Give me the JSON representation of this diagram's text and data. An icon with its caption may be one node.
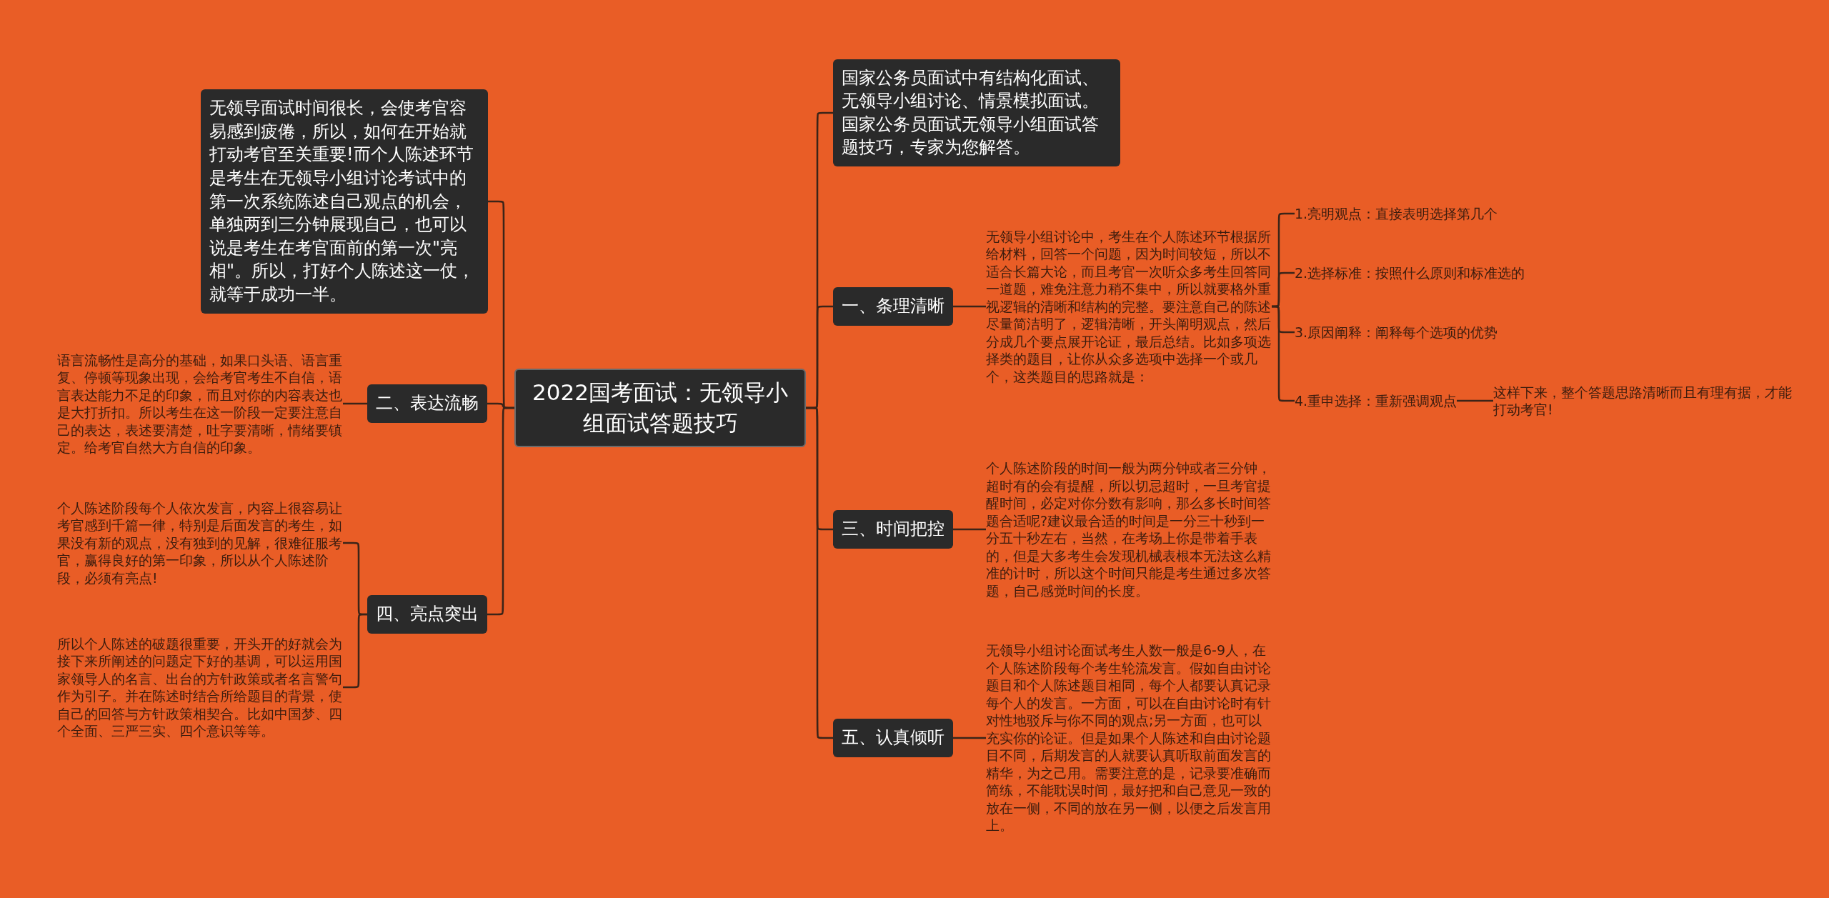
{
  "diagram": {
    "nodes": [
      {
        "text": [
          "2022国考面试：无领导小组面试答题技巧"
        ]
      },
      {
        "text": [
          "国家公务员面试中有结构化面试、无领导小组讨论、情景模拟面试。国家公务员面试无领导小组面试答题技巧，专家为您解答。"
        ]
      },
      {
        "text": [
          "一、条理清晰"
        ]
      },
      {
        "text": [
          "无领导小组讨论中，考生在个人陈述环节根据所给材料，回答一个问题，因为时间较短，所以不适合长篇大论，而且考官一次听众多考生回答同一道题，难免注意力稍不集中，所以就要格外重视逻辑的清晰和结构的完整。要注意自己的陈述尽量简洁明了，逻辑清晰，开头阐明观点，然后分成几个要点展开论证，最后总结。比如多项选择类的题目，让你从众多选项中选择一个或几个，这类题目的思路就是："
        ]
      },
      {
        "text": [
          "1.亮明观点：直接表明选择第几个"
        ]
      },
      {
        "text": [
          "2.选择标准：按照什么原则和标准选的"
        ]
      },
      {
        "text": [
          "3.原因阐释：阐释每个选项的优势"
        ]
      },
      {
        "text": [
          "4.重申选择：重新强调观点"
        ]
      },
      {
        "text": [
          "这样下来，整个答题思路清晰而且有理有据，才能打动考官!"
        ]
      },
      {
        "text": [
          "三、时间把控"
        ]
      },
      {
        "text": [
          "个人陈述阶段的时间一般为两分钟或者三分钟，超时有的会有提醒，所以切忌超时，一旦考官提醒时间，必定对你分数有影响，那么多长时间答题合适呢?建议最合适的时间是一分三十秒到一分五十秒左右，当然，在考场上你是带着手表的，但是大多考生会发现机械表根本无法这么精准的计时，所以这个时间只能是考生通过多次答题，自己感觉时间的长度。"
        ]
      },
      {
        "text": [
          "五、认真倾听"
        ]
      },
      {
        "text": [
          "无领导小组讨论面试考生人数一般是6-9人，在个人陈述阶段每个考生轮流发言。假如自由讨论题目和个人陈述题目相同，每个人都要认真记录每个人的发言。一方面，可以在自由讨论时有针对性地驳斥与你不同的观点;另一方面，也可以充实你的论证。但是如果个人陈述和自由讨论题目不同，后期发言的人就要认真听取前面发言的精华，为之己用。需要注意的是，记录要准确而简练，不能耽误时间，最好把和自己意见一致的放在一侧，不同的放在另一侧，以便之后发言用上。"
        ]
      },
      {
        "text": [
          "无领导面试时间很长，会使考官容易感到疲倦，所以，如何在开始就打动考官至关重要!而个人陈述环节是考生在无领导小组讨论考试中的第一次系统陈述自己观点的机会，单独两到三分钟展现自己，也可以说是考生在考官面前的第一次\"亮相\"。所以，打好个人陈述这一仗，就等于成功一半。"
        ]
      },
      {
        "text": [
          "二、表达流畅"
        ]
      },
      {
        "text": [
          "语言流畅性是高分的基础，如果口头语、语言重复、停顿等现象出现，会给考官考生不自信，语言表达能力不足的印象，而且对你的内容表达也是大打折扣。所以考生在这一阶段一定要注意自己的表达，表述要清楚，吐字要清晰，情绪要镇定。给考官自然大方自信的印象。"
        ]
      },
      {
        "text": [
          "四、亮点突出"
        ]
      },
      {
        "text": [
          "个人陈述阶段每个人依次发言，内容上很容易让考官感到千篇一律，特别是后面发言的考生，如果没有新的观点，没有独到的见解，很难征服考官，赢得良好的第一印象，所以从个人陈述阶段，必须有亮点!"
        ]
      },
      {
        "text": [
          "所以个人陈述的破题很重要，开头开的好就会为接下来所阐述的问题定下好的基调，可以运用国家领导人的名言、出台的方针政策或者名言警句作为引子。并在陈述时结合所给题目的背景，使自己的回答与方针政策相契合。比如中国梦、四个全面、三严三实、四个意识等等。"
        ]
      }
    ],
    "edges": [
      {
        "from": 0,
        "to": 1,
        "arrow": "none"
      },
      {
        "from": 0,
        "to": 2,
        "arrow": "none"
      },
      {
        "from": 2,
        "to": 3,
        "arrow": "none"
      },
      {
        "from": 3,
        "to": 4,
        "arrow": "none"
      },
      {
        "from": 3,
        "to": 5,
        "arrow": "none"
      },
      {
        "from": 3,
        "to": 6,
        "arrow": "none"
      },
      {
        "from": 3,
        "to": 7,
        "arrow": "none"
      },
      {
        "from": 7,
        "to": 8,
        "arrow": "none"
      },
      {
        "from": 0,
        "to": 9,
        "arrow": "none"
      },
      {
        "from": 9,
        "to": 10,
        "arrow": "none"
      },
      {
        "from": 0,
        "to": 11,
        "arrow": "none"
      },
      {
        "from": 11,
        "to": 12,
        "arrow": "none"
      },
      {
        "from": 0,
        "to": 13,
        "arrow": "none"
      },
      {
        "from": 0,
        "to": 14,
        "arrow": "none"
      },
      {
        "from": 14,
        "to": 15,
        "arrow": "none"
      },
      {
        "from": 0,
        "to": 16,
        "arrow": "none"
      },
      {
        "from": 16,
        "to": 17,
        "arrow": "none"
      },
      {
        "from": 16,
        "to": 18,
        "arrow": "none"
      }
    ]
  }
}
